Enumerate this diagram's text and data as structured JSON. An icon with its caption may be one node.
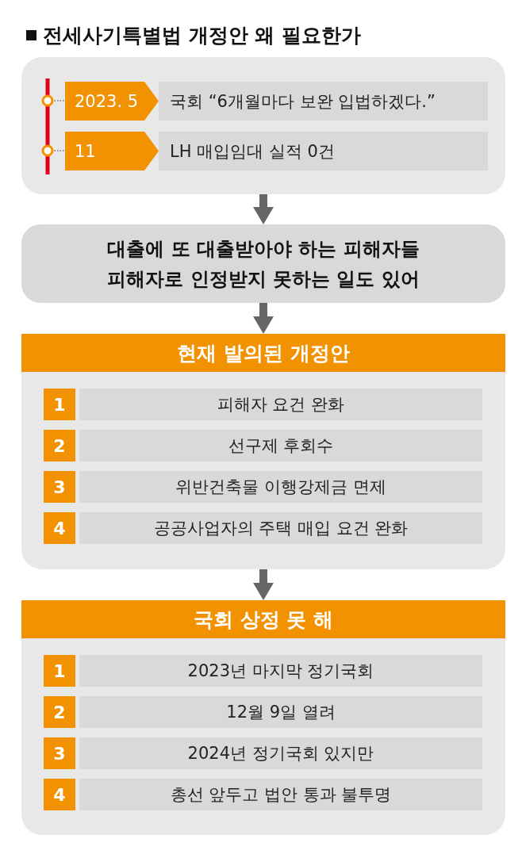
{
  "diagram": {
    "title": "전세사기특별법 개정안 왜 필요한가",
    "nodes": [
      {
        "text": [],
        "shape": "box"
      },
      {
        "text": [
          "2023. 5"
        ],
        "in": 0
      },
      {
        "text": [
          "국회 “6개월마다 보완 입법하겠다.”"
        ],
        "in": 0
      },
      {
        "text": [
          "11"
        ],
        "in": 0
      },
      {
        "text": [
          "LH 매입임대 실적 0건"
        ],
        "in": 0
      },
      {
        "text": [
          "대출에 또 대출받아야 하는 피해자들 피해자로 인정받지 못하는 일도 있어"
        ]
      },
      {
        "text": [
          "현재 발의된 개정안"
        ]
      },
      {
        "text": [
          "1"
        ],
        "in": 6
      },
      {
        "text": [
          "피해자 요건 완화"
        ],
        "in": 6
      },
      {
        "text": [
          "2"
        ],
        "in": 6
      },
      {
        "text": [
          "선구제 후회수"
        ],
        "in": 6
      },
      {
        "text": [
          "3"
        ],
        "in": 6
      },
      {
        "text": [
          "위반건축물 이행강제금 면제"
        ],
        "in": 6
      },
      {
        "text": [
          "4"
        ],
        "in": 6
      },
      {
        "text": [
          "공공사업자의 주택 매입 요건 완화"
        ],
        "in": 6
      },
      {
        "text": [
          "국회 상정 못 해"
        ]
      },
      {
        "text": [
          "1"
        ],
        "in": 15
      },
      {
        "text": [
          "2023년 마지막 정기국회"
        ],
        "in": 15
      },
      {
        "text": [
          "2"
        ],
        "in": 15
      },
      {
        "text": [
          "12월 9일 열려"
        ],
        "in": 15
      },
      {
        "text": [
          "3"
        ],
        "in": 15
      },
      {
        "text": [
          "2024년 정기국회 있지만"
        ],
        "in": 15
      },
      {
        "text": [
          "4"
        ],
        "in": 15
      },
      {
        "text": [
          "총선 앞두고 법안 통과 불투명"
        ],
        "in": 15
      }
    ],
    "edges": [
      {
        "from": 0,
        "to": 5,
        "arrow": "to"
      },
      {
        "from": 5,
        "to": 6,
        "arrow": "to"
      },
      {
        "from": 6,
        "to": 15,
        "arrow": "to"
      }
    ]
  }
}
